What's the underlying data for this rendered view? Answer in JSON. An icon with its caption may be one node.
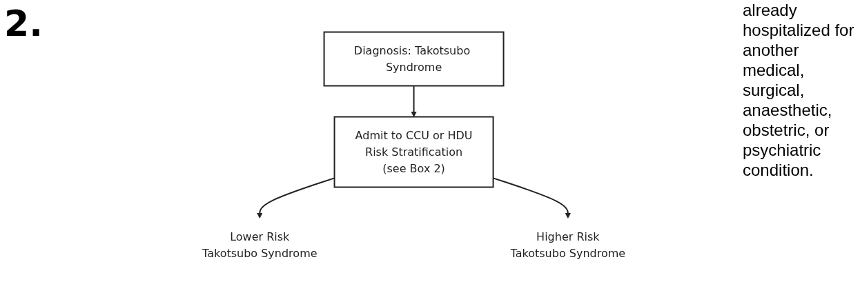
{
  "diagram": {
    "nodes": [
      {
        "text": [
          "Diagnosis: Takotsubo Syndrome"
        ]
      },
      {
        "text": [
          "Admit to CCU or HDU",
          "Risk Stratification",
          "(see Box 2)"
        ]
      },
      {
        "text": [
          "Lower Risk",
          "Takotsubo Syndrome"
        ]
      },
      {
        "text": [
          "Higher Risk",
          "Takotsubo Syndrome"
        ]
      }
    ],
    "edges": [
      {
        "from": 0,
        "to": 1,
        "arrow": "to"
      },
      {
        "from": 1,
        "to": 2,
        "arrow": "to"
      },
      {
        "from": 1,
        "to": 3,
        "arrow": "to"
      }
    ],
    "labels": [
      "2.",
      "already hospitalized for another medical, surgical, anaesthetic, obstetric, or psychiatric condition."
    ]
  }
}
